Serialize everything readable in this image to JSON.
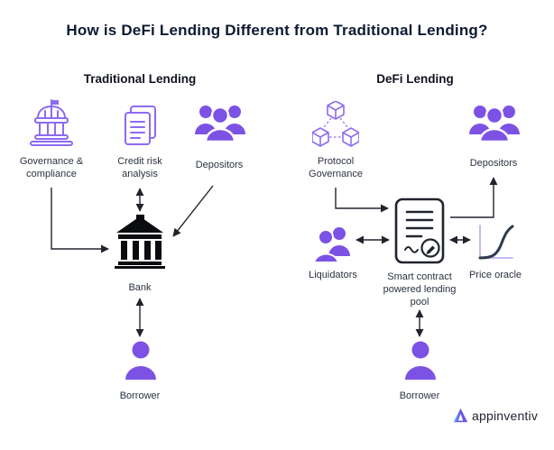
{
  "title": "How is DeFi Lending Different from Traditional Lending?",
  "traditional": {
    "heading": "Traditional Lending",
    "governance_label": "Governance & compliance",
    "credit_label": "Credit risk analysis",
    "depositors_label": "Depositors",
    "bank_label": "Bank",
    "borrower_label": "Borrower"
  },
  "defi": {
    "heading": "DeFi Lending",
    "protocol_label": "Protocol Governance",
    "depositors_label": "Depositors",
    "liquidators_label": "Liquidators",
    "contract_label": "Smart contract powered lending pool",
    "oracle_label": "Price oracle",
    "borrower_label": "Borrower"
  },
  "branding": {
    "logo_text": "appinventiv"
  },
  "colors": {
    "purple_solid": "#7C52E5",
    "purple_outline": "#8D6BF1",
    "ink": "#20242E",
    "title_ink": "#0C1B33",
    "logo_purple": "#6A54E6",
    "logo_blue": "#57A0F0"
  },
  "icons": [
    "governance-building-icon",
    "documents-icon",
    "depositors-group-icon",
    "bank-icon",
    "borrower-person-icon",
    "protocol-cubes-icon",
    "liquidators-group-icon",
    "smart-contract-icon",
    "price-oracle-icon",
    "appinventiv-logo-icon"
  ]
}
